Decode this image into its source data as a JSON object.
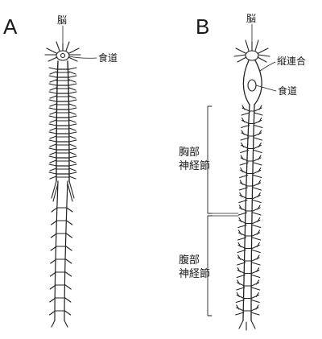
{
  "panels": {
    "a": "A",
    "b": "B"
  },
  "labels": {
    "brain_a": "脳",
    "esophagus_a": "食道",
    "brain_b": "脳",
    "connective": "縦連合",
    "esophagus_b": "食道",
    "thoracic": "胸部\n神経節",
    "abdominal": "腹部\n神経節"
  }
}
